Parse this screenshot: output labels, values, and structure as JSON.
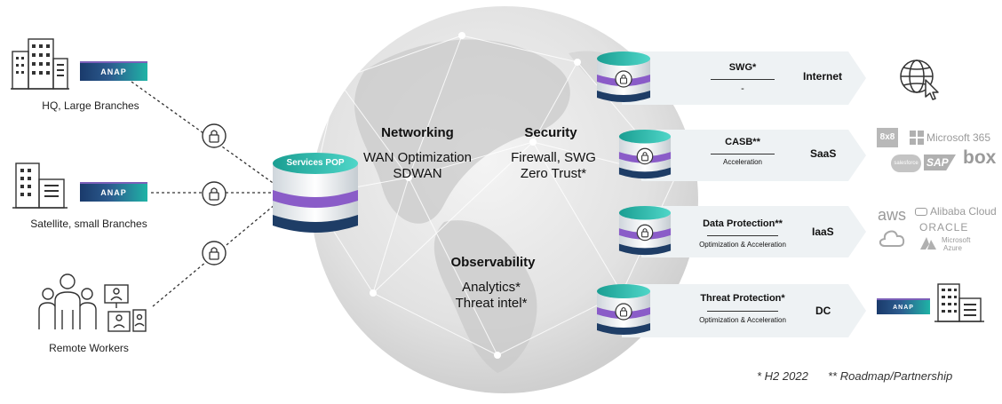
{
  "sites": [
    {
      "label": "HQ, Large Branches",
      "anap": "ANAP"
    },
    {
      "label": "Satellite, small Branches",
      "anap": "ANAP"
    },
    {
      "label": "Remote Workers"
    }
  ],
  "pop": {
    "label": "Services POP"
  },
  "columns": {
    "networking": {
      "title": "Networking",
      "lines": [
        "WAN Optimization",
        "SDWAN"
      ]
    },
    "security": {
      "title": "Security",
      "lines": [
        "Firewall, SWG",
        "Zero Trust*"
      ]
    },
    "observability": {
      "title": "Observability",
      "lines": [
        "Analytics*",
        "Threat intel*"
      ]
    }
  },
  "services": [
    {
      "name": "SWG*",
      "sub": "-",
      "type": "Internet"
    },
    {
      "name": "CASB**",
      "sub": "Acceleration",
      "type": "SaaS"
    },
    {
      "name": "Data Protection**",
      "sub": "Optimization & Acceleration",
      "type": "IaaS"
    },
    {
      "name": "Threat Protection*",
      "sub": "Optimization & Acceleration",
      "type": "DC"
    }
  ],
  "saas_logos": [
    "8x8",
    "Microsoft 365",
    "salesforce",
    "SAP",
    "box"
  ],
  "iaas_logos": [
    "aws",
    "Alibaba Cloud",
    "ORACLE",
    "Microsoft",
    "Azure"
  ],
  "dc_anap": "ANAP",
  "footnote": {
    "h2": "* H2 2022",
    "roadmap": "** Roadmap/Partnership"
  },
  "colors": {
    "teal": "#1fb3a6",
    "navy": "#1e3d66",
    "purple": "#8a5cc8",
    "band": "#eef2f4"
  }
}
